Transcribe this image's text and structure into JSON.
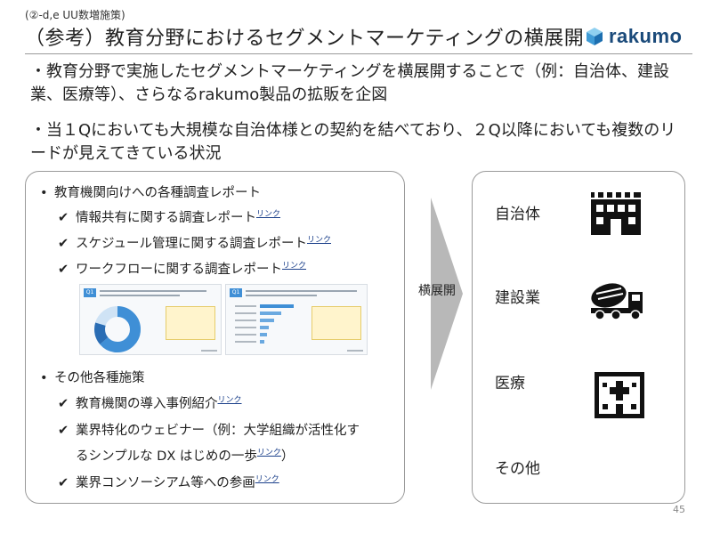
{
  "header": {
    "sub_label": "(②-d,e UU数増施策)",
    "title": "（参考）教育分野におけるセグメントマーケティングの横展開",
    "logo_text": "rakumo"
  },
  "intro": {
    "line1": "・教育分野で実施したセグメントマーケティングを横展開することで（例：自治体、建設業、医療等）、さらなるrakumo製品の拡販を企図",
    "line2": "・当１Qにおいても大規模な自治体様との契約を結べており、２Q以降においても複数のリードが見えてきている状況"
  },
  "left_panel": {
    "bullet_mark": "•",
    "check_mark": "✔",
    "link_label": "リンク",
    "section1": {
      "title": "教育機関向けへの各種調査レポート",
      "items": [
        "情報共有に関する調査レポート",
        "スケジュール管理に関する調査レポート",
        "ワークフローに関する調査レポート"
      ]
    },
    "section2": {
      "title": "その他各種施策",
      "items": [
        "教育機関の導入事例紹介",
        "業界特化のウェビナー（例：大学組織が活性化す",
        "業界コンソーシアム等への参画"
      ],
      "item2_cont_before": "るシンプルな DX はじめの一歩",
      "item2_cont_after": "）"
    },
    "thumbnails": [
      {
        "tag": "Q1"
      },
      {
        "tag": "Q1"
      }
    ]
  },
  "arrow_label": "横展開",
  "targets": [
    {
      "label": "自治体",
      "icon": "city-hall-icon"
    },
    {
      "label": "建設業",
      "icon": "cement-truck-icon"
    },
    {
      "label": "医療",
      "icon": "hospital-icon"
    },
    {
      "label": "その他",
      "icon": ""
    }
  ],
  "page_number": "45",
  "colors": {
    "logo": "#1a4a7a",
    "logo_cube_top": "#8fd0f0",
    "logo_cube_left": "#3f9bd6",
    "logo_cube_right": "#1d6fb0",
    "link": "#1a3f8a",
    "box_border": "#9a9a9a",
    "arrow": "#b8b8b8"
  }
}
